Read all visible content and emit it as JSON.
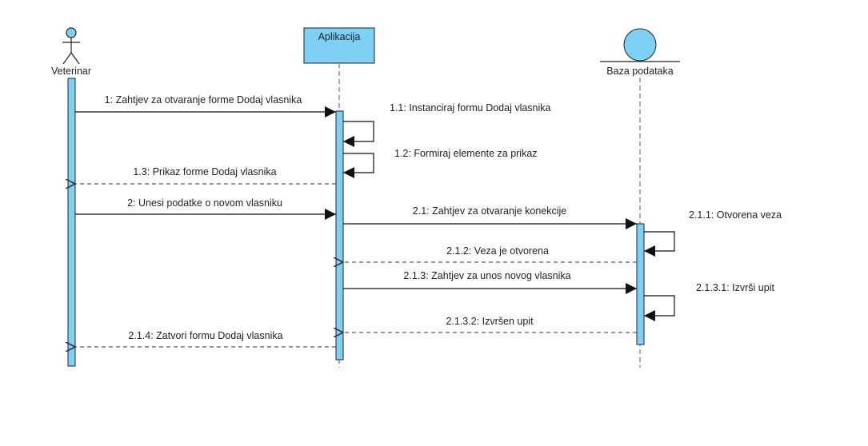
{
  "diagram": {
    "type": "sequence",
    "colors": {
      "fill": "#7fd0f5",
      "stroke": "#222222",
      "background": "#ffffff"
    },
    "participants": [
      {
        "id": "veterinar",
        "kind": "actor",
        "label": "Veterinar"
      },
      {
        "id": "aplikacija",
        "kind": "boundary-box",
        "label": "Aplikacija"
      },
      {
        "id": "baza",
        "kind": "entity",
        "label": "Baza podataka"
      }
    ],
    "messages": [
      {
        "id": "m1",
        "label": "1: Zahtjev za otvaranje forme Dodaj vlasnika",
        "from": "veterinar",
        "to": "aplikacija",
        "style": "solid"
      },
      {
        "id": "m1_1",
        "label": "1.1: Instanciraj formu Dodaj vlasnika",
        "from": "aplikacija",
        "to": "aplikacija",
        "style": "self"
      },
      {
        "id": "m1_2",
        "label": "1.2: Formiraj elemente za prikaz",
        "from": "aplikacija",
        "to": "aplikacija",
        "style": "self"
      },
      {
        "id": "m1_3",
        "label": "1.3: Prikaz forme Dodaj vlasnika",
        "from": "aplikacija",
        "to": "veterinar",
        "style": "dashed"
      },
      {
        "id": "m2",
        "label": "2: Unesi podatke o novom vlasniku",
        "from": "veterinar",
        "to": "aplikacija",
        "style": "solid"
      },
      {
        "id": "m2_1",
        "label": "2.1: Zahtjev za otvaranje konekcije",
        "from": "aplikacija",
        "to": "baza",
        "style": "solid"
      },
      {
        "id": "m2_1_1",
        "label": "2.1.1: Otvorena veza",
        "from": "baza",
        "to": "baza",
        "style": "self"
      },
      {
        "id": "m2_1_2",
        "label": "2.1.2: Veza je otvorena",
        "from": "baza",
        "to": "aplikacija",
        "style": "dashed"
      },
      {
        "id": "m2_1_3",
        "label": "2.1.3: Zahtjev za unos novog vlasnika",
        "from": "aplikacija",
        "to": "baza",
        "style": "solid"
      },
      {
        "id": "m2_1_3_1",
        "label": "2.1.3.1: Izvrši upit",
        "from": "baza",
        "to": "baza",
        "style": "self"
      },
      {
        "id": "m2_1_3_2",
        "label": "2.1.3.2: Izvršen upit",
        "from": "baza",
        "to": "aplikacija",
        "style": "dashed"
      },
      {
        "id": "m2_1_4",
        "label": "2.1.4: Zatvori formu Dodaj vlasnika",
        "from": "aplikacija",
        "to": "veterinar",
        "style": "dashed"
      }
    ]
  }
}
